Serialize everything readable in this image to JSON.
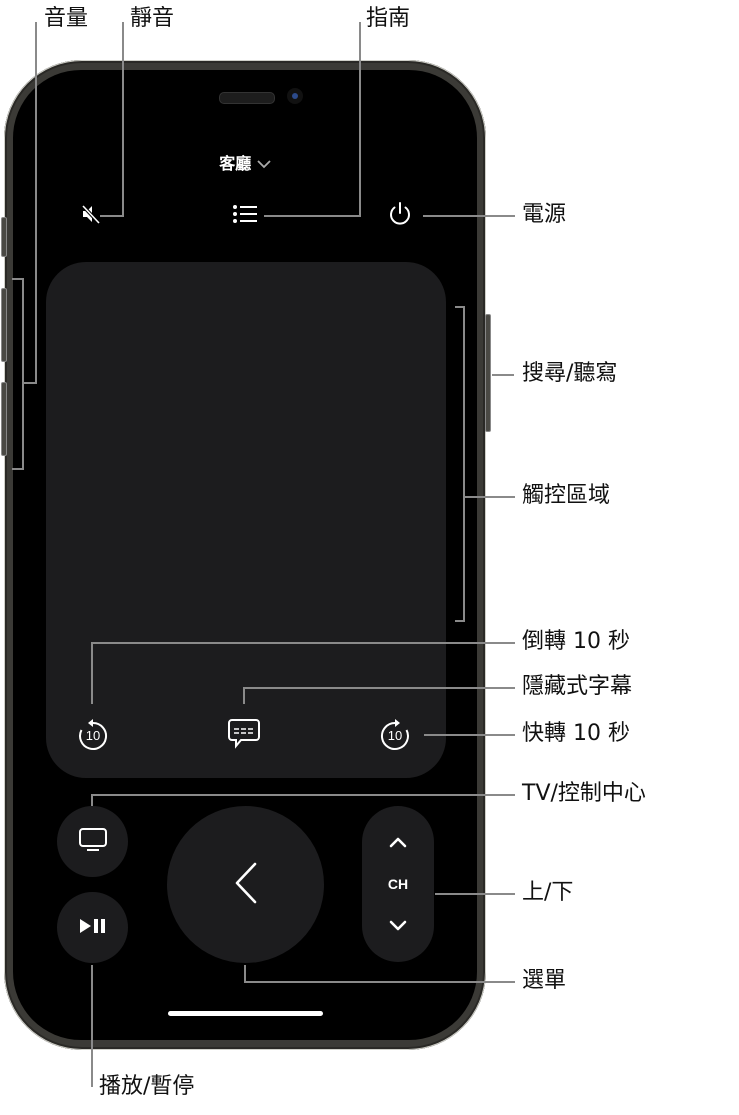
{
  "screen": {
    "room_selector": {
      "label": "客廳",
      "chevron_icon": "chevron-down-icon"
    },
    "buttons": {
      "mute": {
        "icon": "speaker-muted-icon"
      },
      "guide": {
        "icon": "list-icon"
      },
      "power": {
        "icon": "power-icon"
      },
      "skip_back": {
        "icon": "rewind-10-icon",
        "value": "10"
      },
      "captions": {
        "icon": "captions-bubble-icon"
      },
      "skip_forward": {
        "icon": "forward-10-icon",
        "value": "10"
      },
      "tv_control_center": {
        "icon": "tv-icon"
      },
      "play_pause": {
        "icon": "play-pause-icon"
      },
      "menu_back": {
        "icon": "chevron-left-icon"
      },
      "channel": {
        "label": "CH",
        "up_icon": "chevron-up-icon",
        "down_icon": "chevron-down-icon"
      }
    },
    "touch_area": {
      "name": "touch-area"
    }
  },
  "callouts": {
    "volume": "音量",
    "mute": "靜音",
    "guide": "指南",
    "power": "電源",
    "siri": "搜尋/聽寫",
    "touch_area": "觸控區域",
    "skip_back": "倒轉 10 秒",
    "captions": "隱藏式字幕",
    "skip_forward": "快轉 10 秒",
    "tv_control_center": "TV/控制中心",
    "channel_up_down": "上/下",
    "menu": "選單",
    "play_pause": "播放/暫停"
  },
  "colors": {
    "screen_bg": "#000000",
    "surface": "#1c1c1e",
    "callout_line": "#8a8a8a",
    "frame": "#3b3a36"
  }
}
